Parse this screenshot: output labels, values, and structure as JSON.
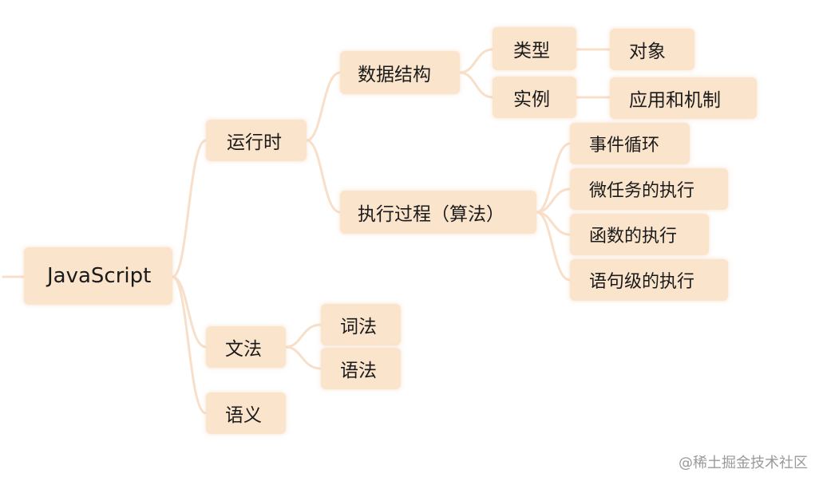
{
  "mindmap": {
    "root": {
      "label": "JavaScript"
    },
    "runtime": {
      "label": "运行时",
      "data_structure": {
        "label": "数据结构",
        "type": "类型",
        "object": "对象",
        "instance": "实例",
        "mechanism": "应用和机制"
      },
      "execution": {
        "label": "执行过程（算法）",
        "event_loop": "事件循环",
        "microtask": "微任务的执行",
        "function": "函数的执行",
        "statement": "语句级的执行"
      }
    },
    "grammar": {
      "label": "文法",
      "lexical": "词法",
      "syntax": "语法"
    },
    "semantics": {
      "label": "语义"
    }
  },
  "watermark": "@稀土掘金技术社区",
  "colors": {
    "node_fill": "#fbe4cc",
    "link": "#f8dfc9",
    "text": "#1a1a1a"
  }
}
